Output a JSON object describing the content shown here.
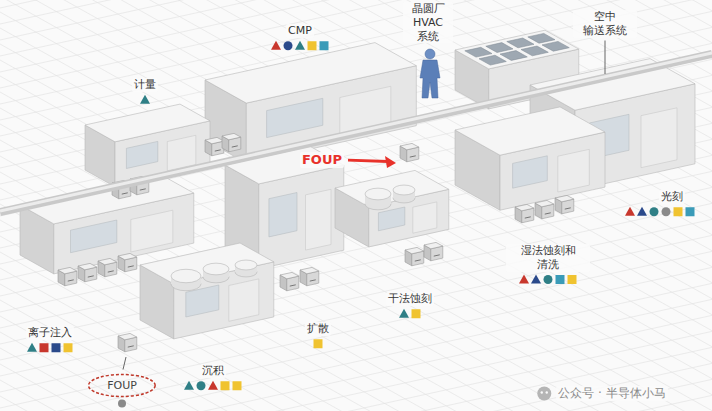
{
  "diagram": {
    "nodes": [
      {
        "text": [
          "FOUP"
        ]
      }
    ],
    "labels": [
      "CMP",
      "晶圆厂 HVAC 系统",
      "空中 输送系统",
      "计量",
      "FOUP",
      "光刻",
      "湿法蚀刻和 清洗",
      "干法蚀刻",
      "离子注入",
      "扩散",
      "沉积",
      "公众号 · 半导体小马"
    ]
  }
}
